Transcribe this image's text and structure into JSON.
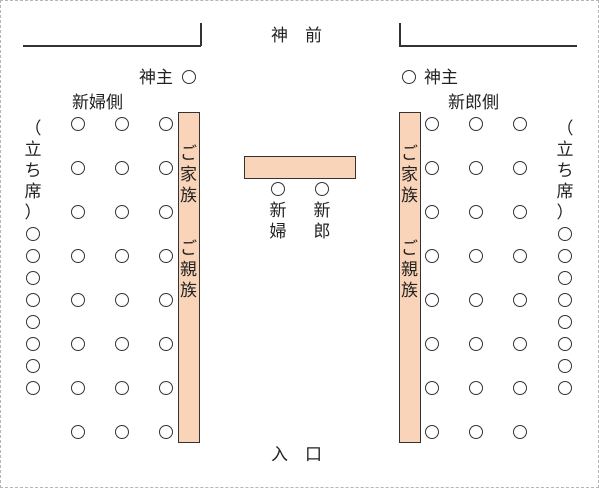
{
  "front_label": "神　前",
  "entrance_label": "入　口",
  "bride_side": {
    "priest_label": "神主",
    "side_label": "新婦側",
    "bench_text_1": [
      "ご",
      "家",
      "族"
    ],
    "bench_text_2": [
      "ご",
      "親",
      "族"
    ],
    "standing_text": [
      "（",
      "立",
      "ち",
      "席",
      "）"
    ]
  },
  "groom_side": {
    "priest_label": "神主",
    "side_label": "新郎側",
    "bench_text_1": [
      "ご",
      "家",
      "族"
    ],
    "bench_text_2": [
      "ご",
      "親",
      "族"
    ],
    "standing_text": [
      "（",
      "立",
      "ち",
      "席",
      "）"
    ]
  },
  "couple": {
    "bride_label": [
      "新",
      "婦"
    ],
    "groom_label": [
      "新",
      "郎"
    ]
  },
  "colors": {
    "bench_fill": "#fad4b8",
    "outline": "#333333"
  }
}
